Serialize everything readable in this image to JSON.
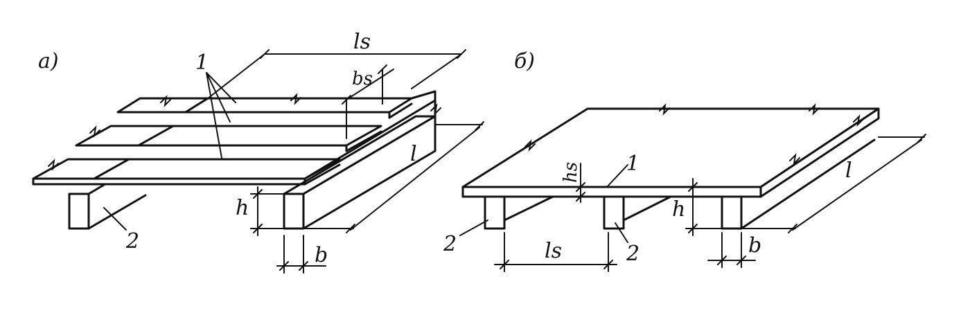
{
  "figure_a": {
    "panel_label": "а)",
    "slab_label": "1",
    "beam_label": "2",
    "span_label": "ls",
    "width_label": "bs",
    "height_label": "h",
    "length_label": "l",
    "beam_width_label": "b"
  },
  "figure_b": {
    "panel_label": "б)",
    "slab_label": "1",
    "beam_left_label": "2",
    "beam_mid_label": "2",
    "span_label": "ls",
    "thickness_label": "hs",
    "height_label": "h",
    "length_label": "l",
    "beam_width_label": "b"
  }
}
